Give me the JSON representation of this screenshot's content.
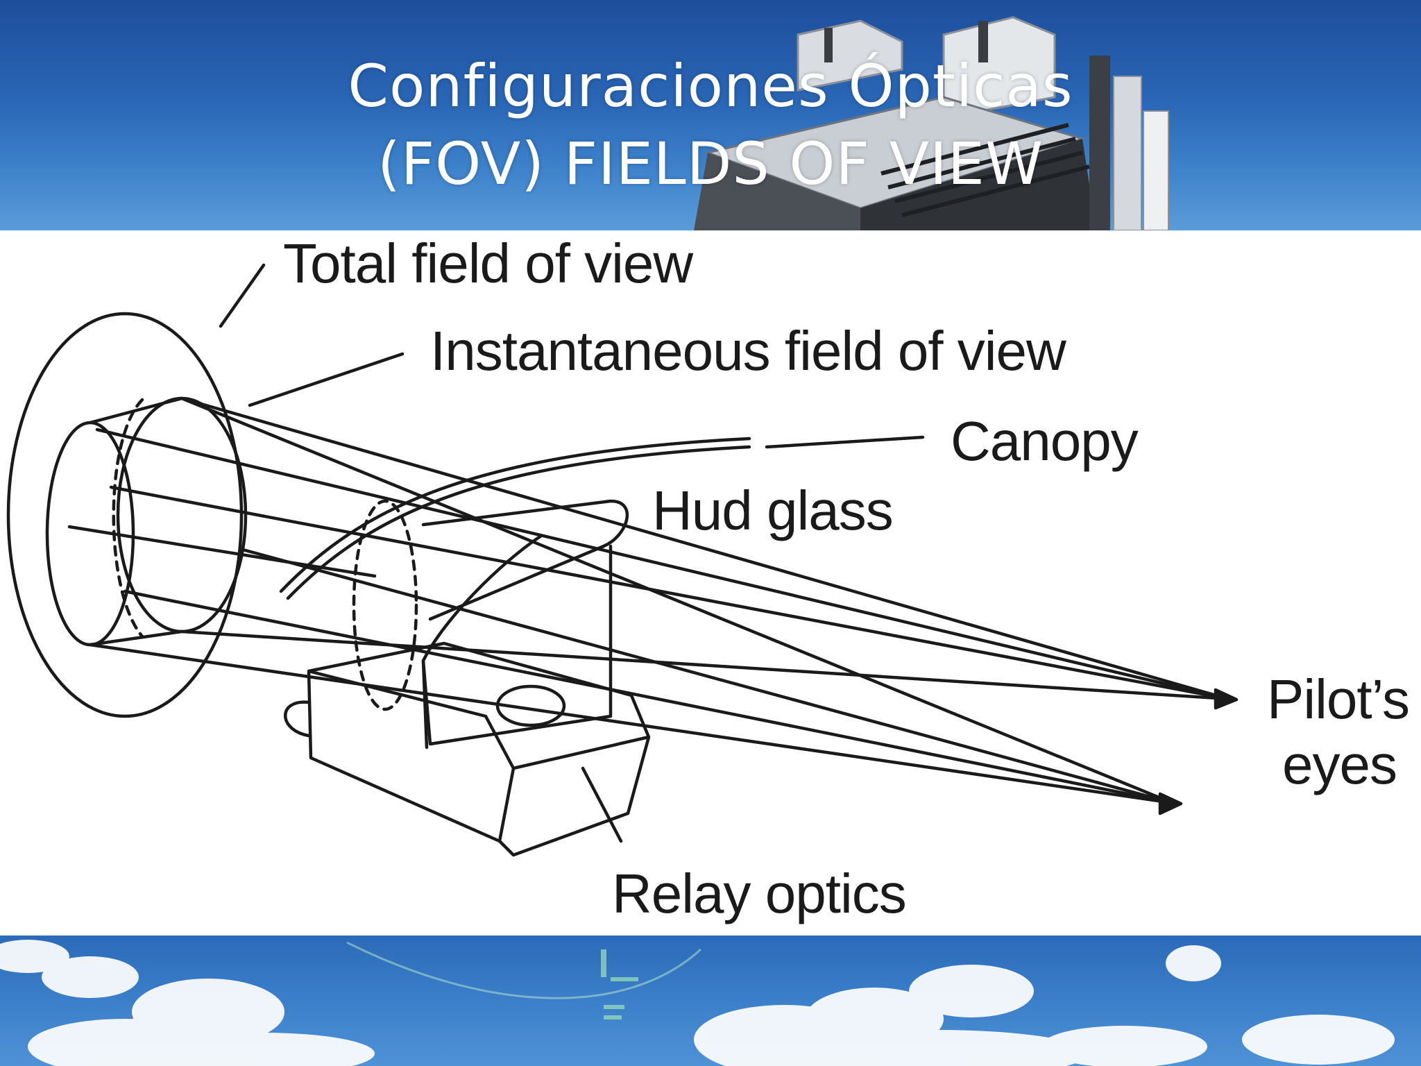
{
  "slide": {
    "title_line1": "Configuraciones Ópticas",
    "title_line2": "(FOV) FIELDS OF VIEW"
  },
  "diagram": {
    "labels": {
      "total_fov": "Total field of view",
      "instantaneous_fov": "Instantaneous field of view",
      "canopy": "Canopy",
      "hud_glass": "Hud glass",
      "pilots": "Pilot’s",
      "eyes": "eyes",
      "relay_optics": "Relay optics"
    }
  },
  "colors": {
    "sky_dark": "#1d4e9c",
    "sky_light": "#5b9bd8",
    "title_text": "#ffffff",
    "diagram_ink": "#1a1a1a",
    "panel_bg": "#ffffff"
  }
}
